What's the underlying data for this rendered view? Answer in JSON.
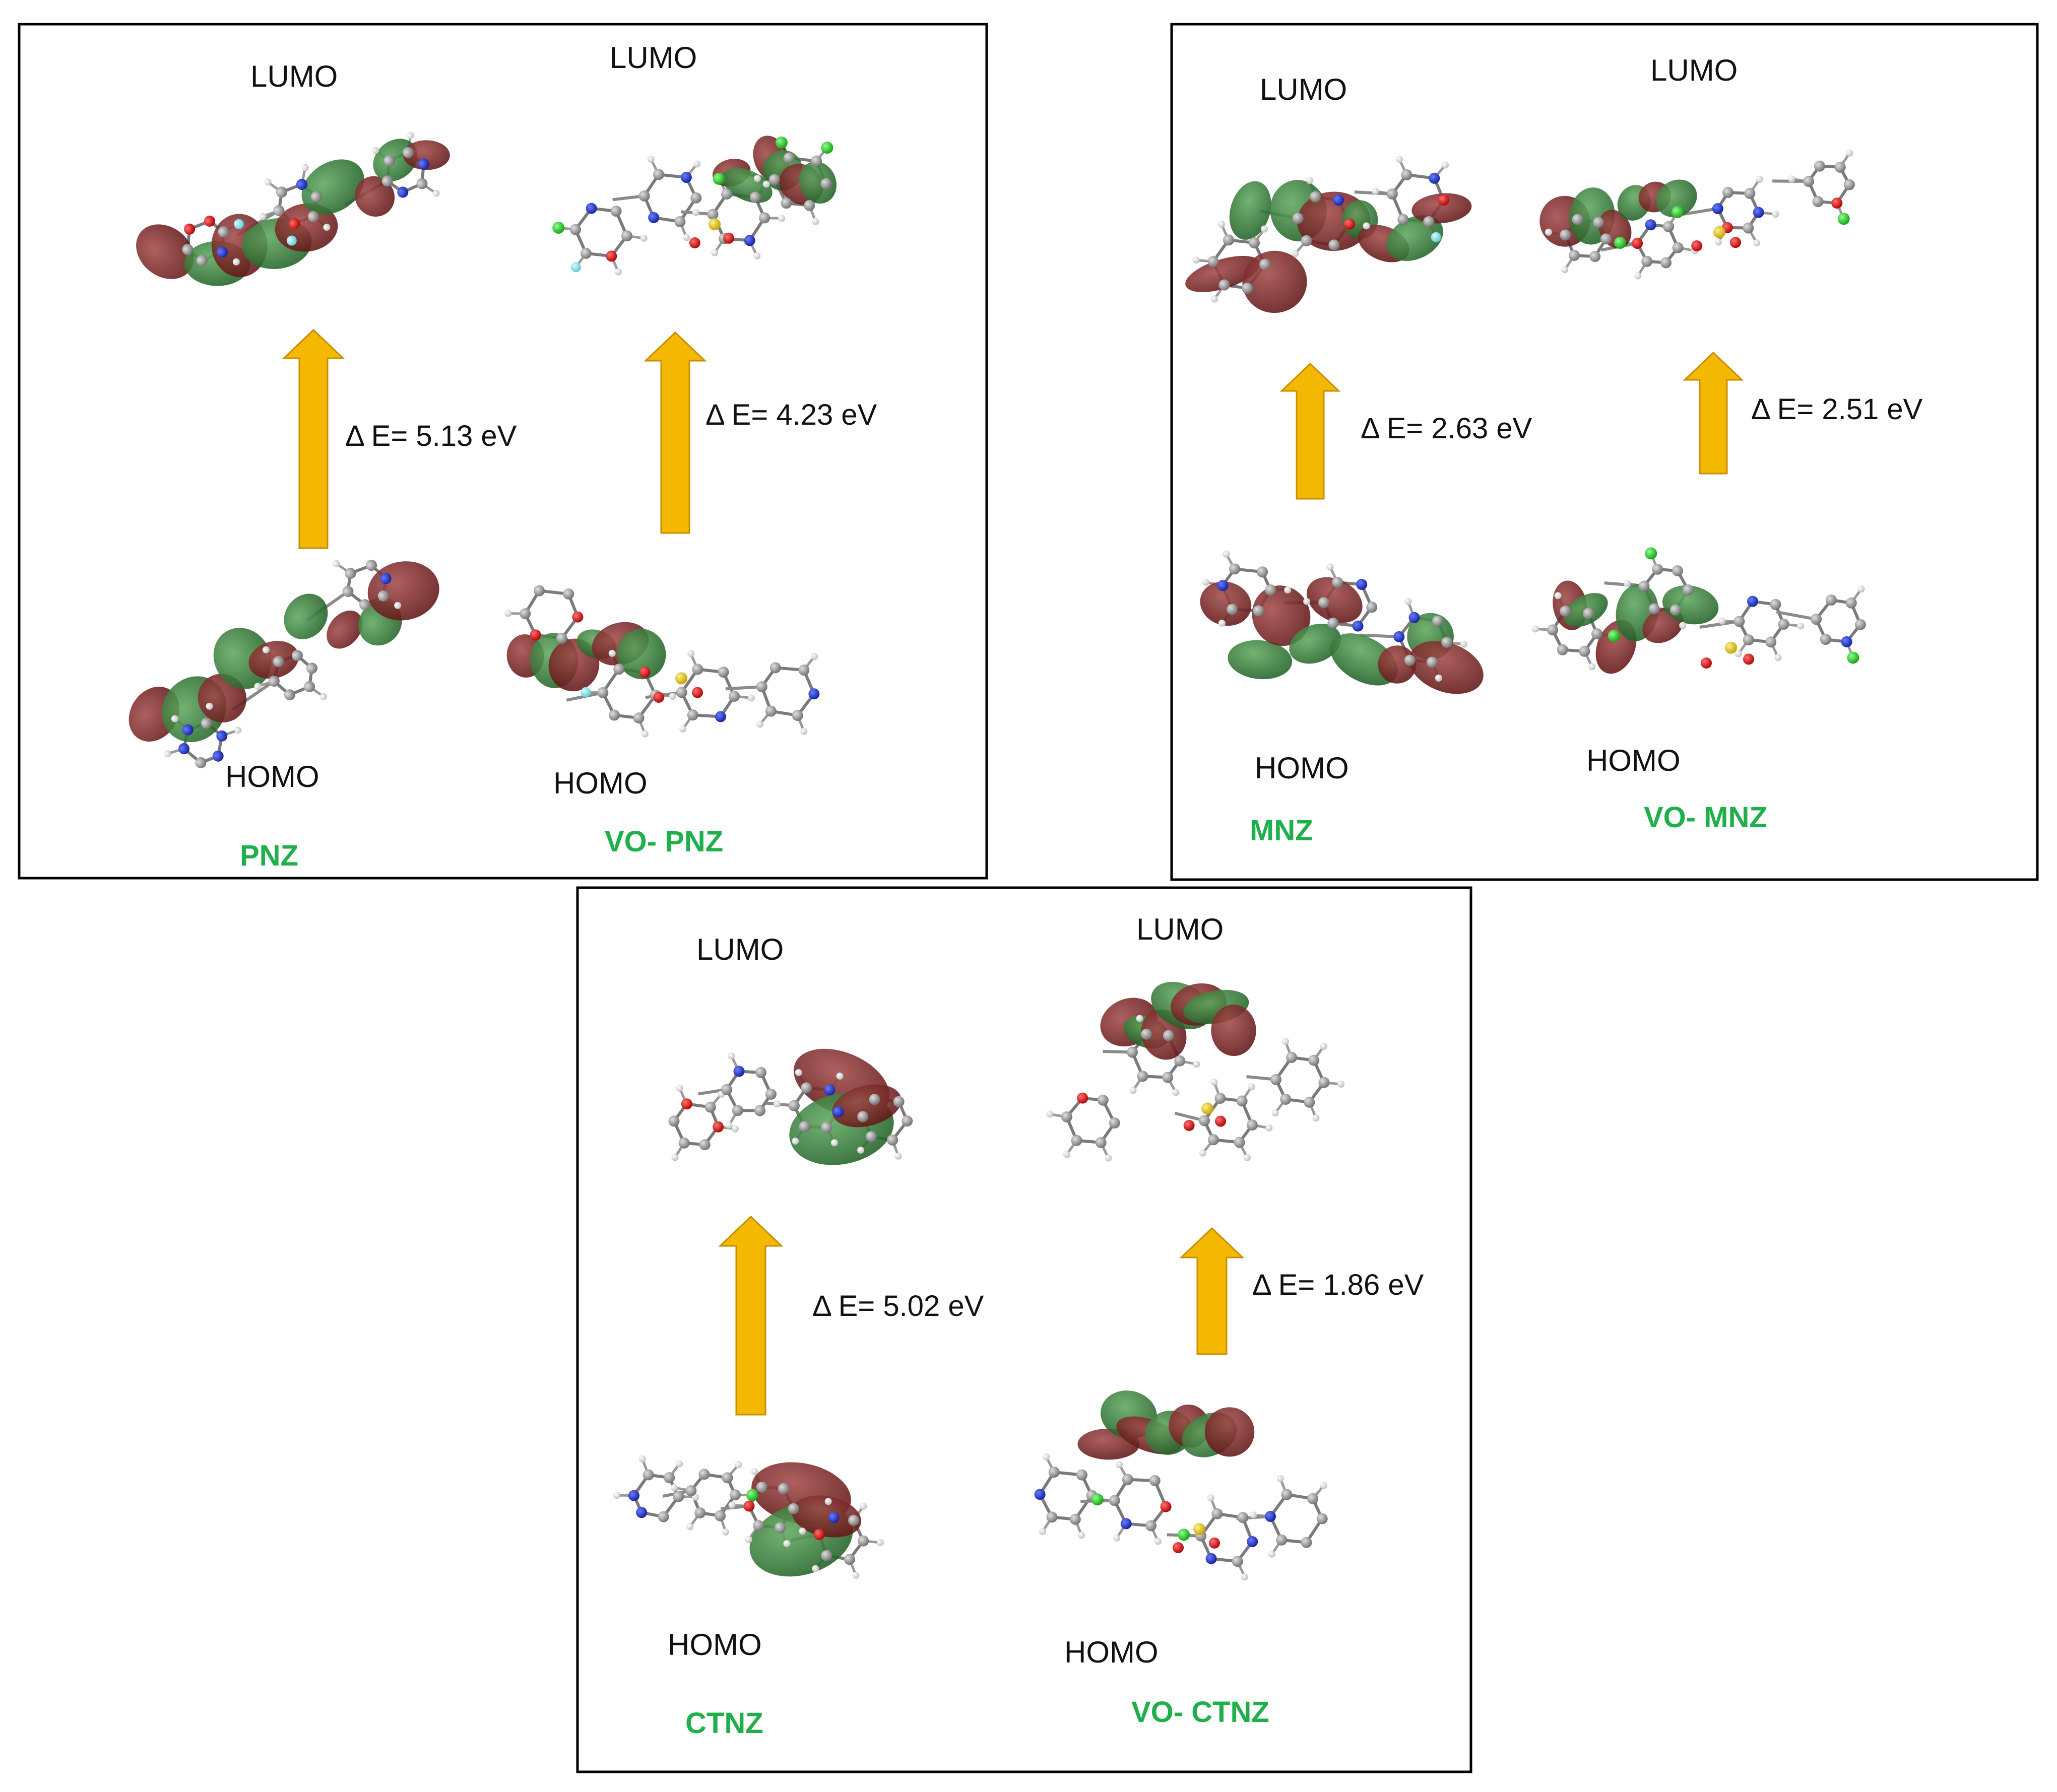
{
  "colors": {
    "arrow_fill": "#F5B800",
    "arrow_stroke": "#C88F00",
    "compound_name": "#1FAF4B",
    "orbital_positive": "#7A1F1F",
    "orbital_negative": "#2E7D32",
    "atom_carbon": "#9E9E9E",
    "atom_hydrogen": "#F2F2F2",
    "atom_oxygen": "#D61E1E",
    "atom_nitrogen": "#2233CC",
    "atom_fluorine": "#7FE0E8",
    "atom_chlorine": "#22CC22",
    "atom_sulfur": "#E8C81E",
    "panel_border": "#000000"
  },
  "panels": [
    {
      "id": "pnz-panel",
      "items": [
        {
          "name": "PNZ",
          "lumo": "LUMO",
          "homo": "HOMO",
          "delta_e": "Δ E= 5.13 eV"
        },
        {
          "name": "VO- PNZ",
          "lumo": "LUMO",
          "homo": "HOMO",
          "delta_e": "Δ E= 4.23 eV"
        }
      ]
    },
    {
      "id": "mnz-panel",
      "items": [
        {
          "name": "MNZ",
          "lumo": "LUMO",
          "homo": "HOMO",
          "delta_e": "Δ E= 2.63 eV"
        },
        {
          "name": "VO- MNZ",
          "lumo": "LUMO",
          "homo": "HOMO",
          "delta_e": "Δ E= 2.51 eV"
        }
      ]
    },
    {
      "id": "ctnz-panel",
      "items": [
        {
          "name": "CTNZ",
          "lumo": "LUMO",
          "homo": "HOMO",
          "delta_e": "Δ E= 5.02 eV"
        },
        {
          "name": "VO- CTNZ",
          "lumo": "LUMO",
          "homo": "HOMO",
          "delta_e": "Δ E= 1.86 eV"
        }
      ]
    }
  ]
}
